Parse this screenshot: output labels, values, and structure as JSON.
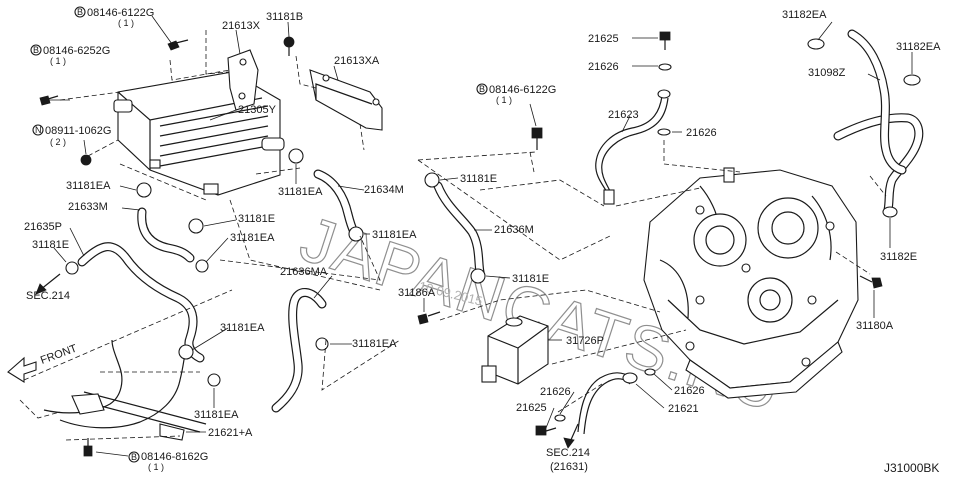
{
  "diagram": {
    "code": "J31000BK",
    "watermark": "JAPANCATS.RU",
    "watermark_date": "10.09.2015",
    "front_label": "FRONT",
    "callouts": {
      "b08146_6122g_top": "08146-6122G",
      "b08146_6122g_top_qty": "( 1 )",
      "b08146_6252g": "08146-6252G",
      "b08146_6252g_qty": "( 1 )",
      "n08911_1062g": "08911-1062G",
      "n08911_1062g_qty": "( 2 )",
      "p21613x": "21613X",
      "p31181b": "31181B",
      "p21613xa": "21613XA",
      "p21305y": "21305Y",
      "p31181ea_a": "31181EA",
      "p21633m": "21633M",
      "p21635p": "21635P",
      "p31181e_a": "31181E",
      "sec214_a": "SEC.214",
      "p31181e_b": "31181E",
      "p31181ea_b": "31181EA",
      "p31181ea_c": "31181EA",
      "p21634m": "21634M",
      "p31181ea_d": "31181EA",
      "p21636ma": "21636MA",
      "p31181ea_e": "31181EA",
      "p31181ea_f": "31181EA",
      "p31181ea_g": "31181EA",
      "p21621a": "21621+A",
      "b08146_8162g": "08146-8162G",
      "b08146_8162g_qty": "( 1 )",
      "b08146_6122g_mid": "08146-6122G",
      "b08146_6122g_mid_qty": "( 1 )",
      "p31181e_c": "31181E",
      "p21636m": "21636M",
      "p31181e_d": "31181E",
      "p31186a": "31186A",
      "p31726p": "31726P",
      "p21625_top": "21625",
      "p21626_top": "21626",
      "p21623": "21623",
      "p21626_mid": "21626",
      "p21626_low": "21626",
      "p21625_low": "21625",
      "sec214_b": "SEC.214",
      "sec214_b_ref": "(21631)",
      "p21626_right": "21626",
      "p21621": "21621",
      "p31182ea_a": "31182EA",
      "p31182ea_b": "31182EA",
      "p31098z": "31098Z",
      "p31182e": "31182E",
      "p31180a": "31180A"
    }
  }
}
